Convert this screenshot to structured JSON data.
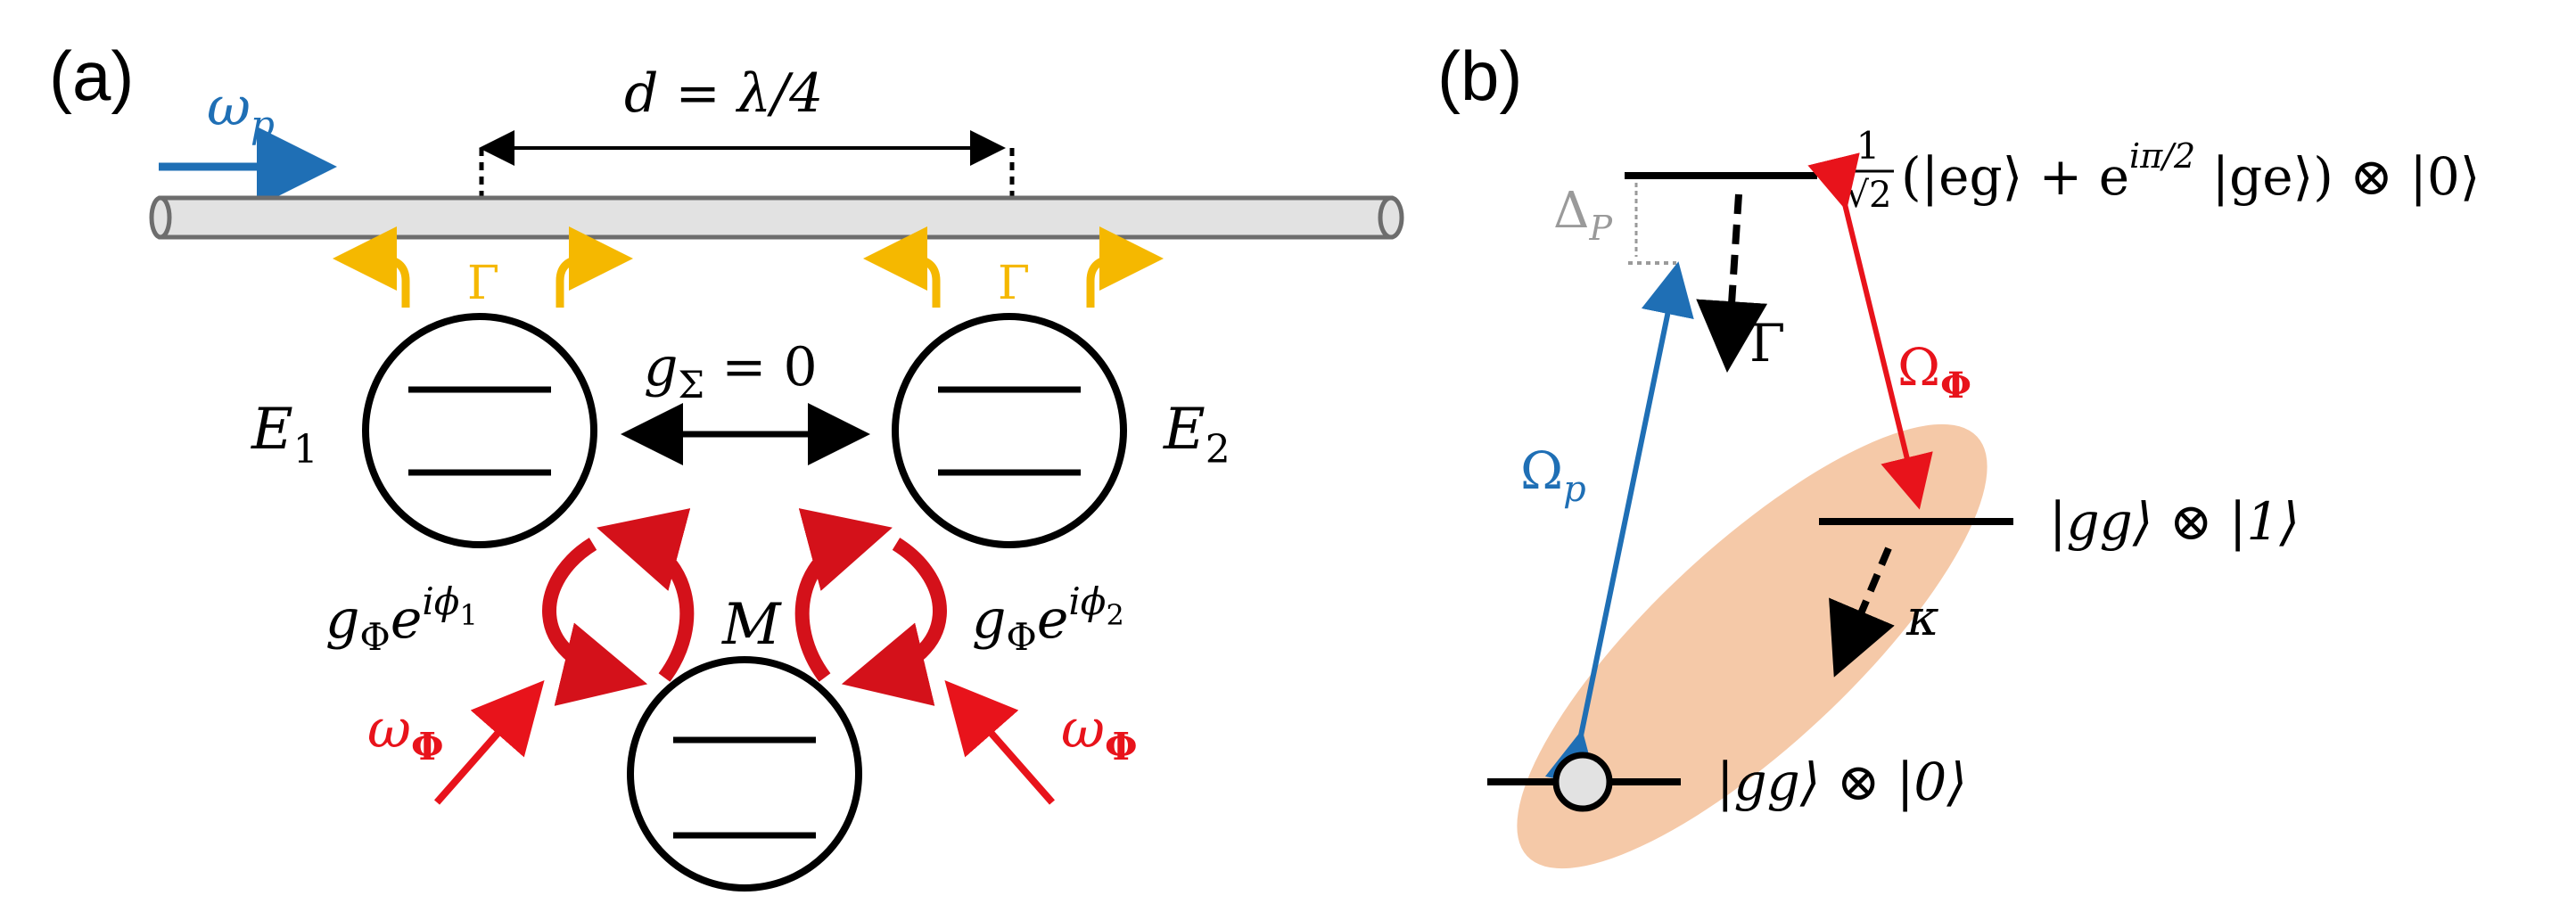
{
  "colors": {
    "blue": "#1f6fb5",
    "red": "#e8131b",
    "dark_red": "#c00000",
    "yellow": "#f5b800",
    "peach": "#f5c9a8",
    "gray": "#9a9a9a",
    "fiber_fill": "#e2e2e2",
    "fiber_stroke": "#6d6d6d"
  },
  "panel_a": {
    "label": "(a)",
    "probe_label": "ω",
    "probe_sub": "p",
    "distance_label": "d = λ/4",
    "gamma_left": "Γ",
    "gamma_right": "Γ",
    "emitter1_label": "E",
    "emitter1_sub": "1",
    "emitter2_label": "E",
    "emitter2_sub": "2",
    "coupling_label": "g",
    "coupling_sub": "Σ",
    "coupling_value": " = 0",
    "mechanical_label": "M",
    "g1_base": "g",
    "g1_sub": "Φ",
    "g1_exp_base": "e",
    "g1_exp": "iϕ",
    "g1_exp_sub": "1",
    "g2_base": "g",
    "g2_sub": "Φ",
    "g2_exp_base": "e",
    "g2_exp": "iϕ",
    "g2_exp_sub": "2",
    "drive_left": "ω",
    "drive_left_sub": "Φ",
    "drive_right": "ω",
    "drive_right_sub": "Φ"
  },
  "panel_b": {
    "label": "(b)",
    "top_state_frac_num": "1",
    "top_state_frac_den": "√2",
    "top_state_text": "(|eg⟩ + e",
    "top_state_exp": "iπ/2",
    "top_state_rest": " |ge⟩) ⊗ |0⟩",
    "detuning_label": "Δ",
    "detuning_sub": "P",
    "decay_gamma": "Γ",
    "omega_phi": "Ω",
    "omega_phi_sub": "Φ",
    "omega_p": "Ω",
    "omega_p_sub": "p",
    "mid_state": "|gg⟩ ⊗ |1⟩",
    "kappa": "κ",
    "ground_state": "|gg⟩ ⊗ |0⟩"
  }
}
